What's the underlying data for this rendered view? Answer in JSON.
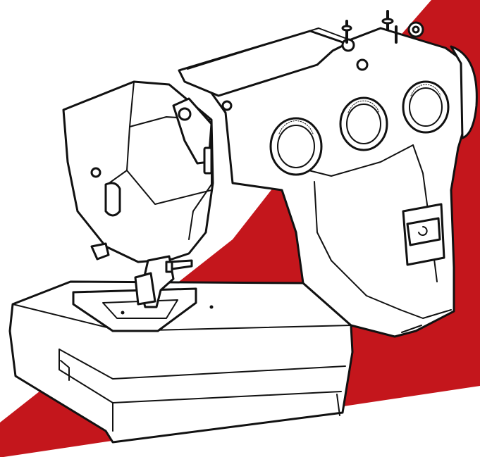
{
  "colors": {
    "background": "#ffffff",
    "accent_band": "#c4161c",
    "machine_fill": "#ffffff",
    "outline": "#111111"
  },
  "illustration": {
    "subject": "sewing-machine",
    "style": "line-art",
    "dial_count": 3
  }
}
